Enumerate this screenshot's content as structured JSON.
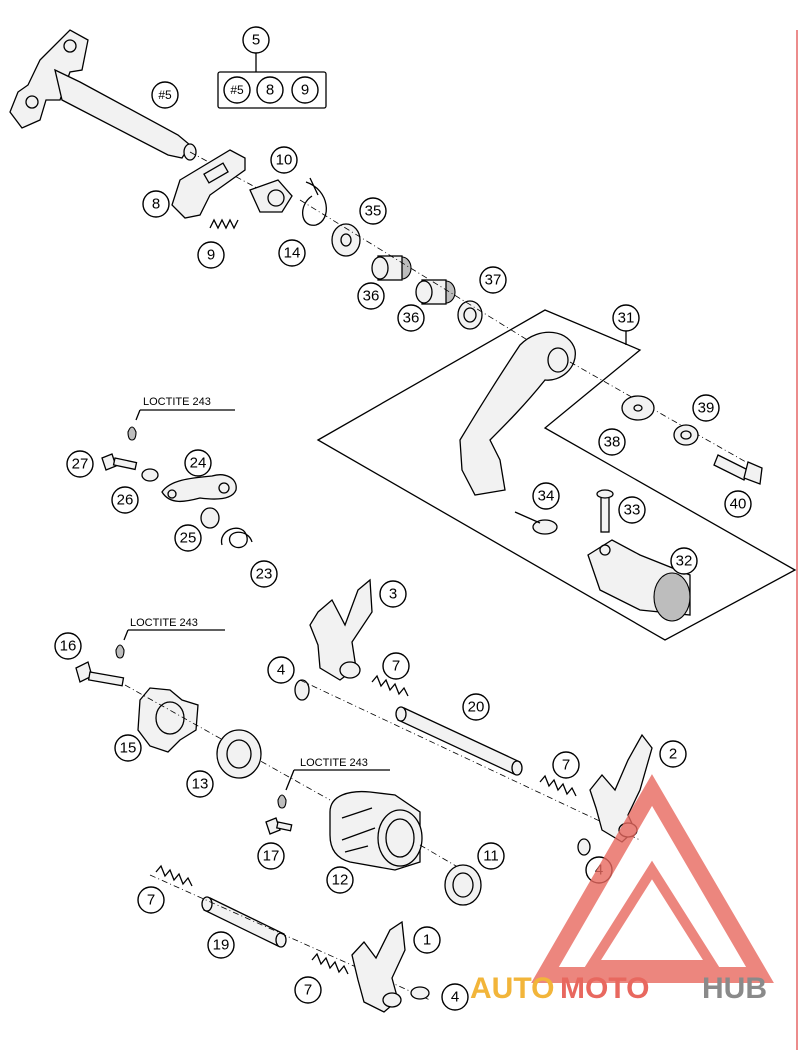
{
  "group_box": {
    "header": "5",
    "items": [
      "#5",
      "8",
      "9"
    ]
  },
  "callouts": {
    "c1": "1",
    "c2": "2",
    "c3": "3",
    "c4a": "4",
    "c4b": "4",
    "c4c": "4",
    "c7a": "7",
    "c7b": "7",
    "c7c": "7",
    "c7d": "7",
    "c8": "8",
    "c9": "9",
    "c10": "10",
    "c11": "11",
    "c12": "12",
    "c13": "13",
    "c14": "14",
    "c15": "15",
    "c16": "16",
    "c17": "17",
    "c19": "19",
    "c20": "20",
    "c23": "23",
    "c24": "24",
    "c25": "25",
    "c26": "26",
    "c27": "27",
    "c31": "31",
    "c32": "32",
    "c33": "33",
    "c34": "34",
    "c35": "35",
    "c36a": "36",
    "c36b": "36",
    "c37": "37",
    "c38": "38",
    "c39": "39",
    "c40": "40"
  },
  "shaft_label": "#5",
  "loctite": {
    "a": "LOCTITE 243",
    "b": "LOCTITE 243",
    "c": "LOCTITE 243"
  },
  "watermark": {
    "part1": "AUTO",
    "part2": "MOTO",
    "part3": "HUB",
    "colors": {
      "triangle": "#e8685f",
      "auto": "#f2b53a",
      "moto": "#e8685f",
      "hub": "#8a8a8a"
    }
  },
  "colors": {
    "line": "#000000",
    "part_fill": "#f2f2f2",
    "shade": "#bdbdbd",
    "border_right": "#e04040"
  }
}
